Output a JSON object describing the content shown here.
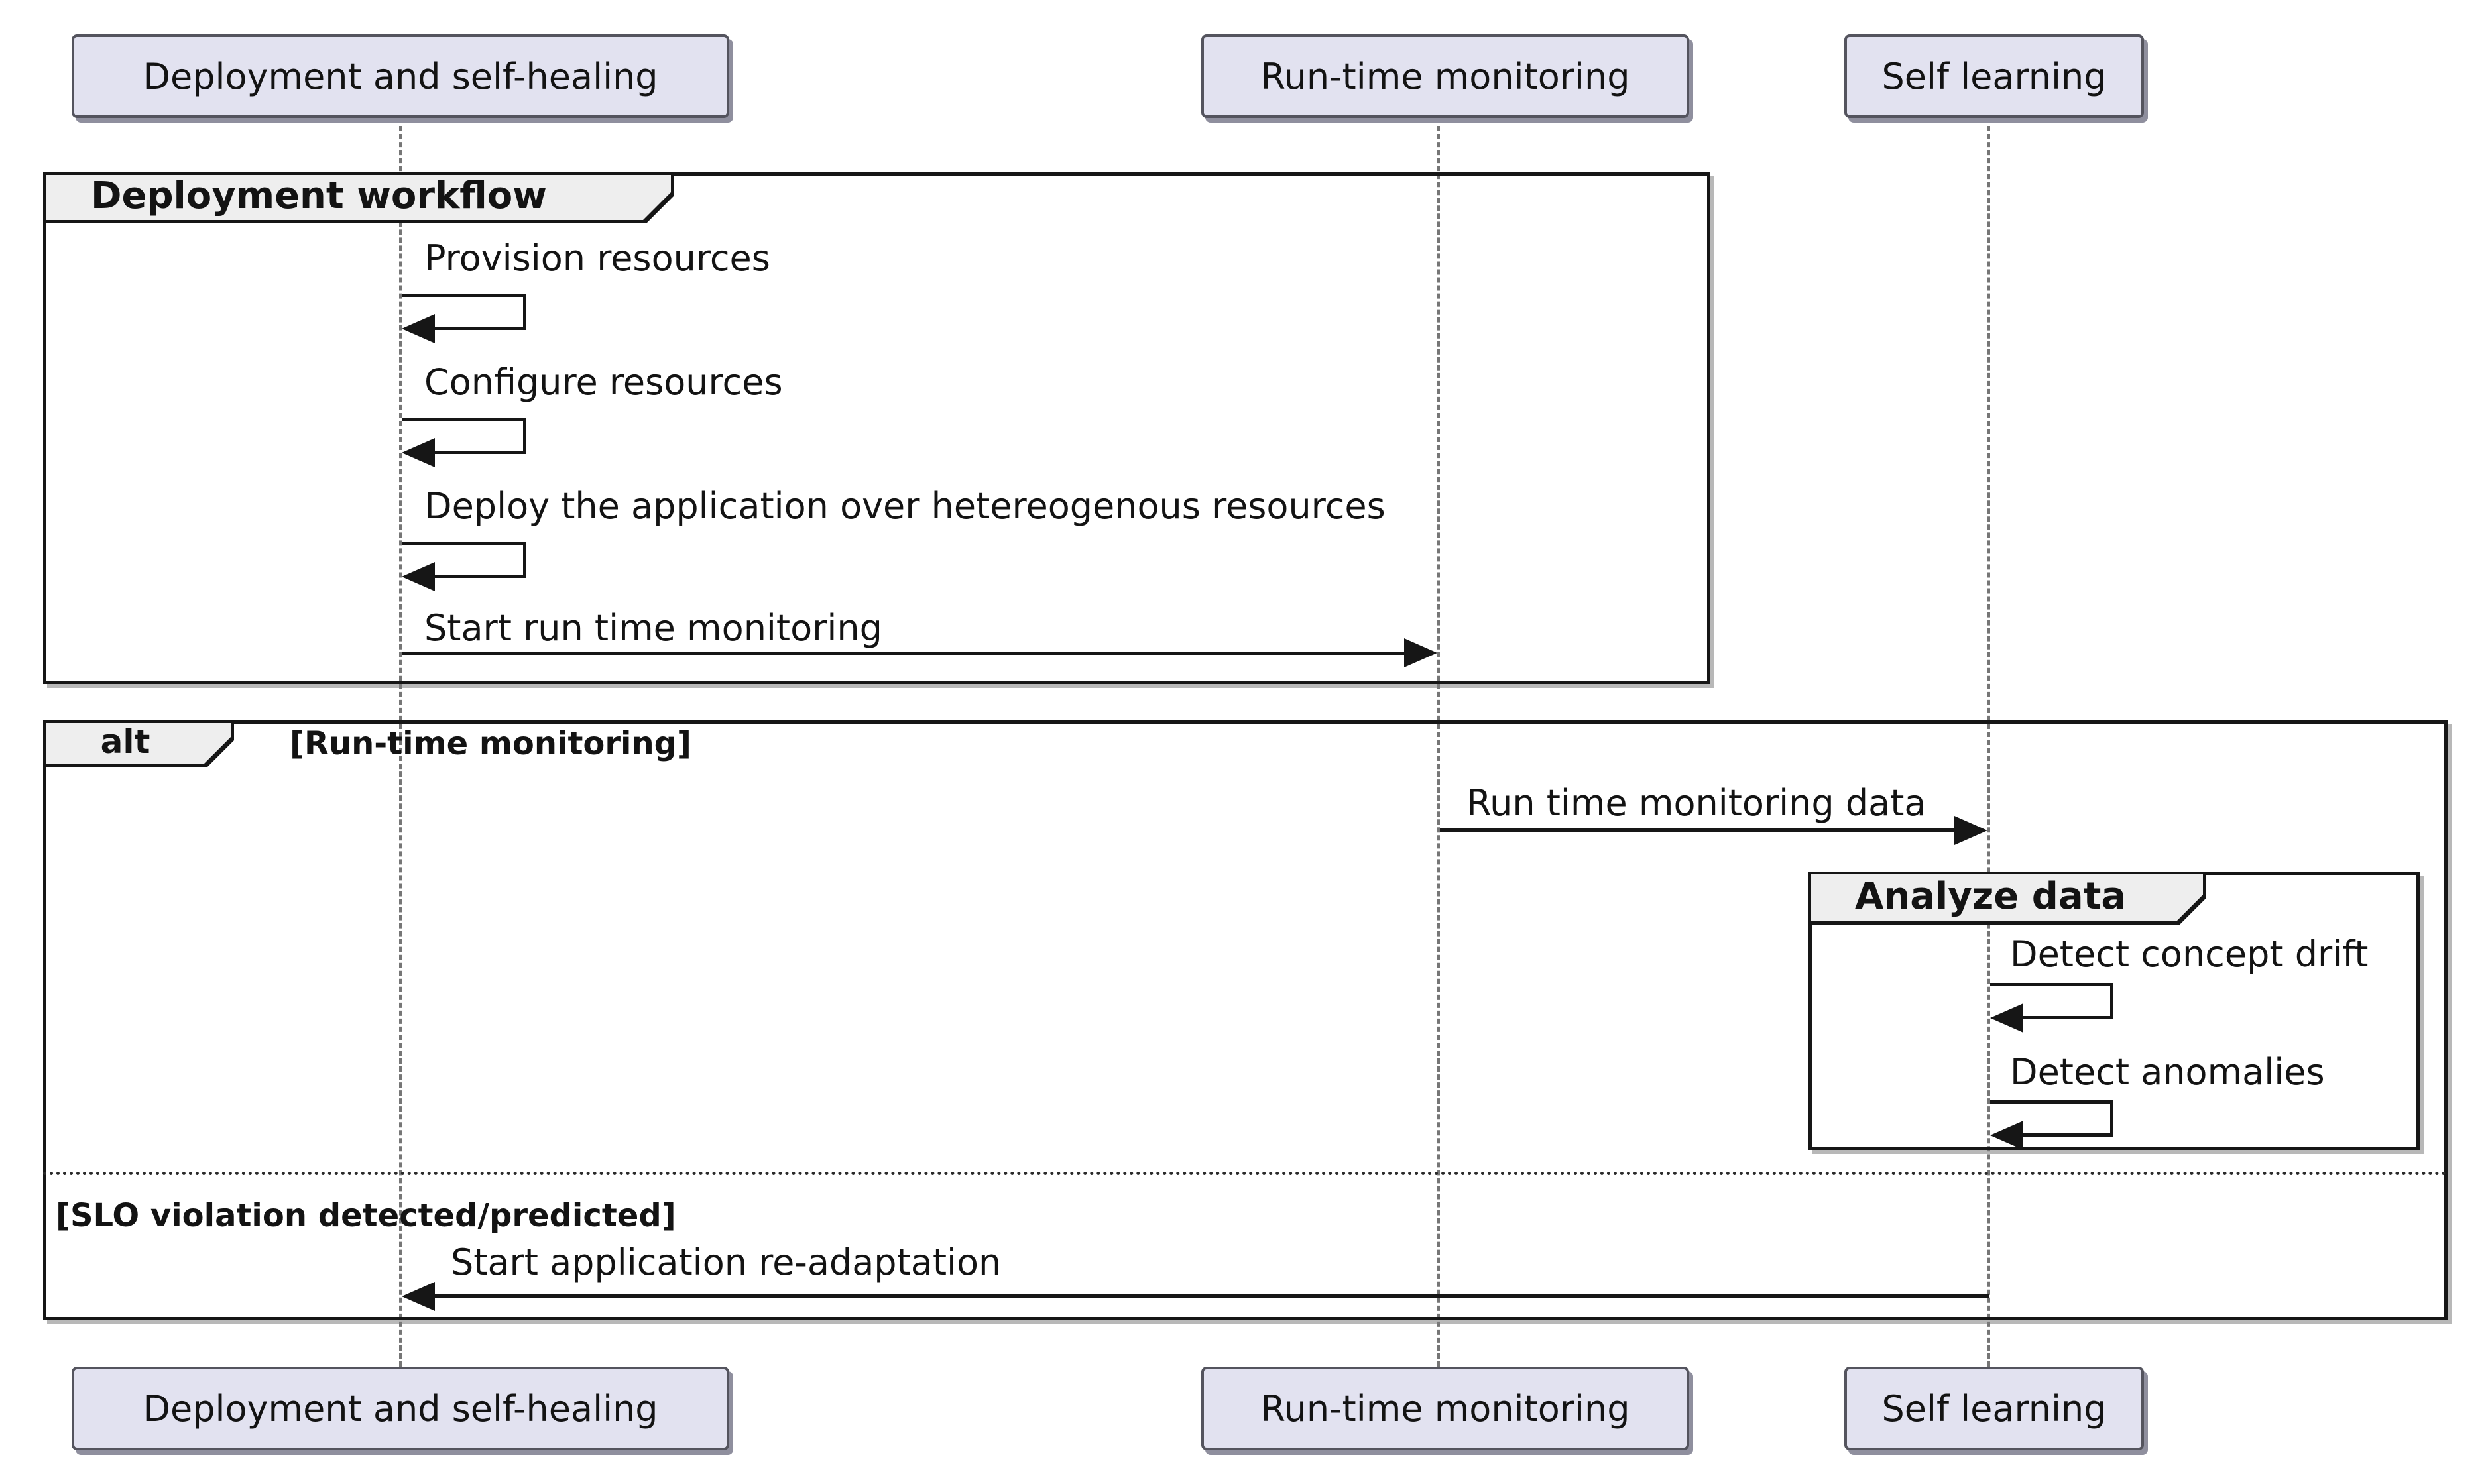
{
  "participants": [
    {
      "label": "Deployment and self-healing"
    },
    {
      "label": "Run-time monitoring"
    },
    {
      "label": "Self learning"
    }
  ],
  "frames": {
    "deployment": {
      "title": "Deployment workflow"
    },
    "alt": {
      "operator": "alt",
      "guard_monitoring": "[Run-time monitoring]",
      "guard_slo": "[SLO violation detected/predicted]"
    },
    "analyze": {
      "title": "Analyze data"
    }
  },
  "messages": {
    "provision": "Provision resources",
    "configure": "Configure resources",
    "deploy": "Deploy the application over hetereogenous resources",
    "start_monitoring": "Start run time monitoring",
    "monitoring_data": "Run time monitoring data",
    "detect_drift": "Detect concept drift",
    "detect_anomalies": "Detect anomalies",
    "readaptation": "Start application re-adaptation"
  },
  "colors": {
    "participant_fill": "#E2E2F0",
    "participant_border": "#54545e",
    "frame_border": "#161616",
    "tab_fill": "#EEEEEE",
    "lifeline": "#767676",
    "text": "#131313",
    "background": "#ffffff"
  }
}
